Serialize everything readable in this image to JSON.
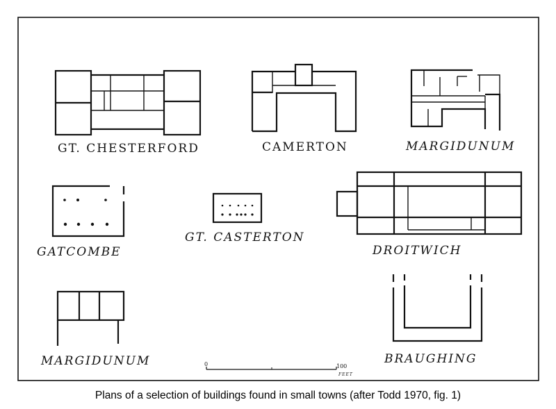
{
  "figure": {
    "labels": {
      "gt_chesterford": "GT. CHESTERFORD",
      "camerton": "CAMERTON",
      "margidunum_top": "MARGIDUNUM",
      "gatcombe": "GATCOMBE",
      "gt_casterton": "GT. CASTERTON",
      "droitwich": "DROITWICH",
      "margidunum_bottom": "MARGIDUNUM",
      "braughing": "BRAUGHING"
    },
    "scale": {
      "start": "0",
      "end": "100",
      "unit": "FEET"
    }
  },
  "caption": "Plans of a selection of buildings found in small towns (after Todd 1970, fig. 1)"
}
